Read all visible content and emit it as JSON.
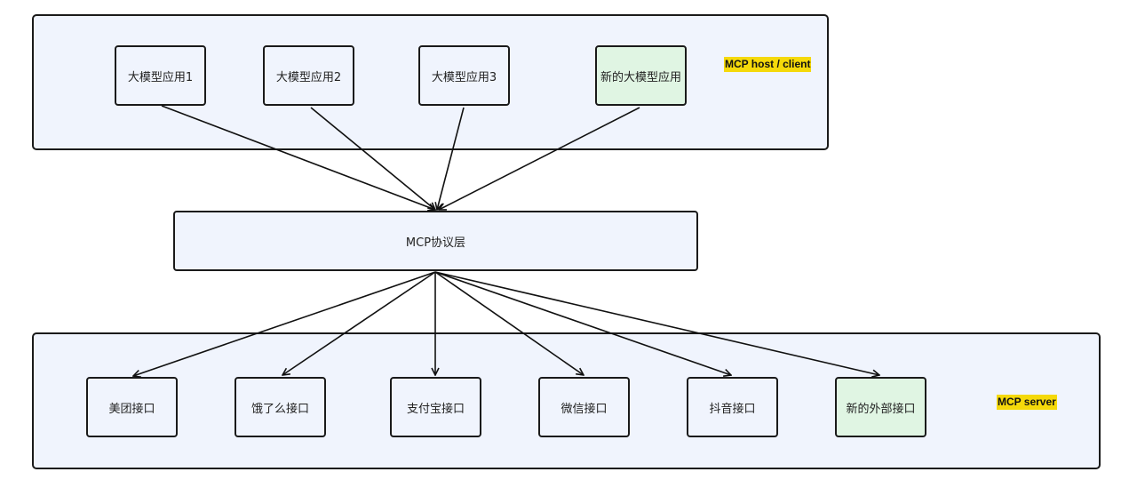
{
  "host_group": {
    "label": "MCP host / client",
    "apps": [
      {
        "label": "大模型应用1",
        "is_new": false
      },
      {
        "label": "大模型应用2",
        "is_new": false
      },
      {
        "label": "大模型应用3",
        "is_new": false
      },
      {
        "label": "新的大模型应用",
        "is_new": true
      }
    ]
  },
  "protocol_layer": {
    "label": "MCP协议层"
  },
  "server_group": {
    "label": "MCP server",
    "interfaces": [
      {
        "label": "美团接口",
        "is_new": false
      },
      {
        "label": "饿了么接口",
        "is_new": false
      },
      {
        "label": "支付宝接口",
        "is_new": false
      },
      {
        "label": "微信接口",
        "is_new": false
      },
      {
        "label": "抖音接口",
        "is_new": false
      },
      {
        "label": "新的外部接口",
        "is_new": true
      }
    ]
  },
  "colors": {
    "container_fill": "#f0f4fd",
    "new_node_fill": "#e0f5e3",
    "label_highlight": "#f5d90a",
    "stroke": "#1a1a1a"
  }
}
